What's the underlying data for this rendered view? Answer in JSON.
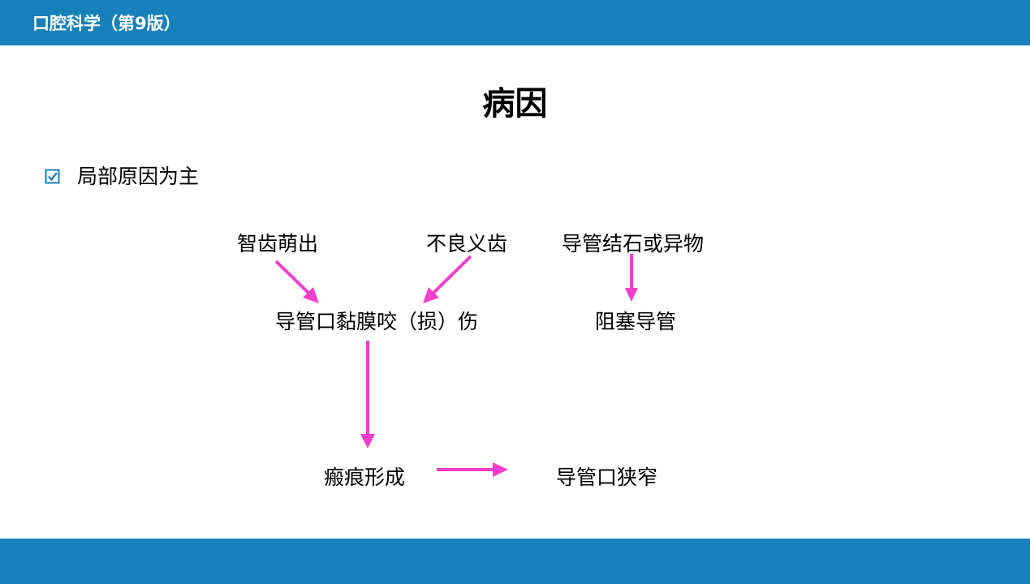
{
  "header": {
    "course_title": "口腔科学（第9版）"
  },
  "slide": {
    "title": "病因",
    "bullet": {
      "icon": "checkbox-checked-icon",
      "text": "局部原因为主"
    }
  },
  "diagram": {
    "nodes": {
      "wisdom_tooth": "智齿萌出",
      "poor_denture": "不良义齿",
      "duct_stone": "导管结石或异物",
      "mucosa_injury": "导管口黏膜咬（损）伤",
      "obstruction": "阻塞导管",
      "scar": "瘢痕形成",
      "stenosis": "导管口狭窄"
    },
    "arrow_color": "#f43dcc"
  },
  "colors": {
    "brand_blue": "#1580b9",
    "arrow_magenta": "#f43dcc"
  }
}
